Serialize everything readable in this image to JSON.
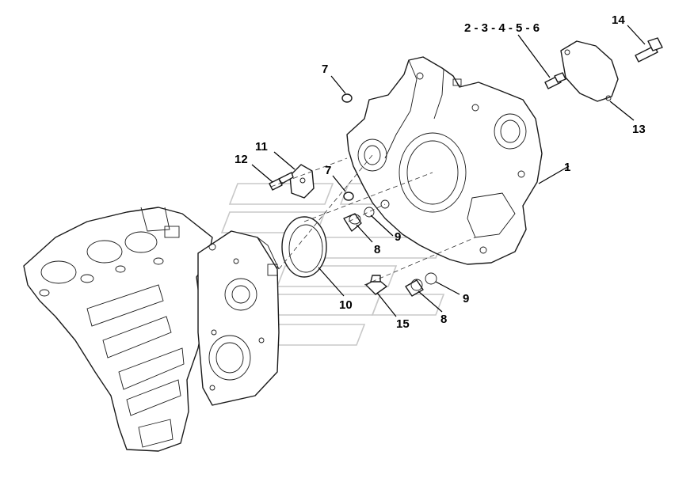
{
  "callouts": [
    {
      "id": "c1",
      "label": "1"
    },
    {
      "id": "c2",
      "label": "2 - 3 - 4 - 5 - 6"
    },
    {
      "id": "c7a",
      "label": "7"
    },
    {
      "id": "c7b",
      "label": "7"
    },
    {
      "id": "c8a",
      "label": "8"
    },
    {
      "id": "c8b",
      "label": "8"
    },
    {
      "id": "c9a",
      "label": "9"
    },
    {
      "id": "c9b",
      "label": "9"
    },
    {
      "id": "c10",
      "label": "10"
    },
    {
      "id": "c11",
      "label": "11"
    },
    {
      "id": "c12",
      "label": "12"
    },
    {
      "id": "c13",
      "label": "13"
    },
    {
      "id": "c14",
      "label": "14"
    },
    {
      "id": "c15",
      "label": "15"
    }
  ]
}
